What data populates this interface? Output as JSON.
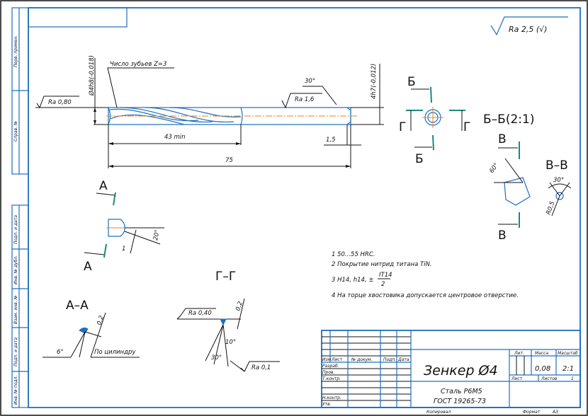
{
  "drawing": {
    "surface_finish_general": "Ra 2,5 (√)",
    "main_view": {
      "teeth_note": "Число зубьев Z=3",
      "shank_diameter": "Ø4h8(-0,018)",
      "cutting_diameter": "4h7(-0,012)",
      "roughness_left": "Ra 0,80",
      "roughness_right": "Ra 1,6",
      "chamfer_angle": "30°",
      "flute_length": "43 min",
      "total_length": "75",
      "end_length": "1,5"
    },
    "section_labels": {
      "a": "А",
      "b": "Б",
      "v": "В",
      "g": "Г",
      "bb_title": "Б–Б(2:1)",
      "vv_title": "В–В",
      "aa_title": "А–А",
      "gg_title": "Г–Г"
    },
    "view_a": {
      "width": "1",
      "angle": "20°"
    },
    "view_v": {
      "angle": "60°"
    },
    "section_vv": {
      "angle": "30°",
      "radius": "R0,5"
    },
    "section_aa": {
      "angle": "6°",
      "land": "0,2",
      "note": "По цилиндру"
    },
    "section_gg": {
      "roughness_top": "Ra 0,40",
      "land": "0,2",
      "angle_small": "10°",
      "angle_large": "30°",
      "roughness_bottom": "Ra 0,1"
    },
    "tech_notes": [
      "1 50...55 HRC.",
      "2 Покрытие нитрид титана TiN.",
      "3 H14, h14, ±",
      "4 На торце хвостовика допускается центровое отверстие."
    ],
    "tolerance_fraction": {
      "numerator": "IT14",
      "denominator": "2"
    }
  },
  "side_stamp": [
    "Перв. примен.",
    "Справ. №",
    "Подп. и дата",
    "Инв. № дубл.",
    "Взам. инв. №",
    "Подп. и дата",
    "Инв. № подл."
  ],
  "title_block": {
    "headers": [
      "Изм.",
      "Лист",
      "№ докум.",
      "Подп.",
      "Дата"
    ],
    "roles": [
      "Разраб.",
      "Пров.",
      "Т.контр.",
      "",
      "Н.контр.",
      "Утв."
    ],
    "name": "Зенкер Ø4",
    "material_line1": "Сталь Р6М5",
    "material_line2": "ГОСТ 19265-73",
    "lit_label": "Лит.",
    "mass_label": "Масса",
    "scale_label": "Масштаб",
    "mass_value": "0,08",
    "scale_value": "2:1",
    "sheet_label": "Лист",
    "sheets_label": "Листов",
    "sheets_value": "1",
    "copied_label": "Копировал",
    "format_label": "Формат",
    "format_value": "А3"
  },
  "colors": {
    "frame": "#1e6fc2",
    "axis": "#e08a1e",
    "section_mark": "#1a8a7a",
    "ink": "#111111"
  }
}
